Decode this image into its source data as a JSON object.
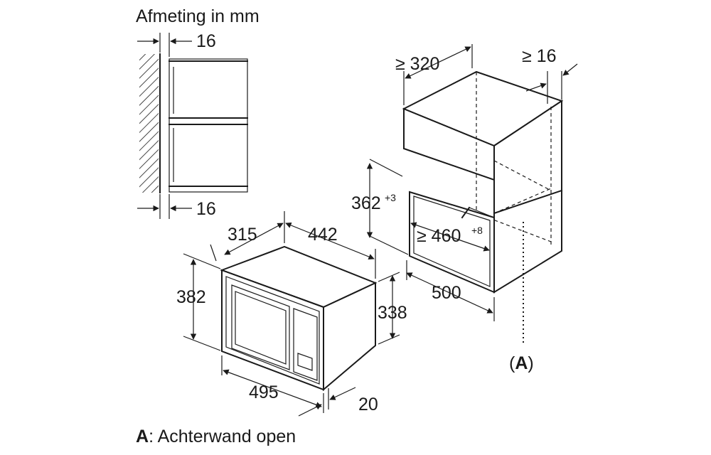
{
  "header": {
    "title": "Afmeting in mm"
  },
  "legend": {
    "key": "A",
    "text": ": Achterwand open"
  },
  "side_view": {
    "top_gap": "16",
    "bottom_gap": "16"
  },
  "microwave": {
    "depth": "315",
    "width_top": "442",
    "front_height": "382",
    "body_height": "338",
    "front_width": "495",
    "frame_depth": "20"
  },
  "cabinet": {
    "min_depth": "≥ 320",
    "min_gap": "≥ 16",
    "niche_height": "362",
    "niche_height_tol": "+3",
    "niche_width": "≥ 460",
    "niche_width_tol": "+8",
    "cabinet_depth": "500",
    "marker_open": "(",
    "marker_key": "A",
    "marker_close": ")"
  }
}
